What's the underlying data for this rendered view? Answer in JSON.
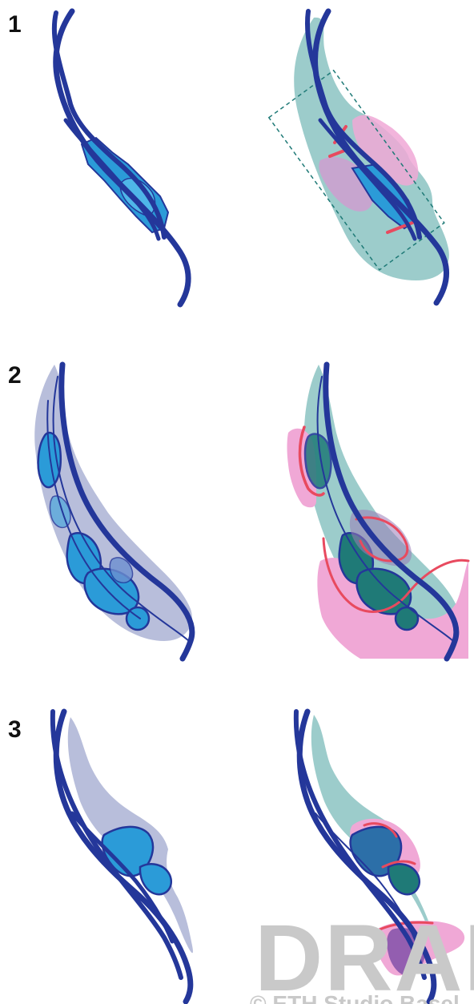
{
  "panels": [
    {
      "label": "1"
    },
    {
      "label": "2"
    },
    {
      "label": "3"
    }
  ],
  "watermark": {
    "main": "DRAFT",
    "sub": "© ETH Studio Basel"
  },
  "colors": {
    "river": "#24379a",
    "channel_fill": "#2b9bd8",
    "floodplain_lavender": "#b8bedb",
    "floodplain_teal": "#9ccccb",
    "pink": "#f0a8d6",
    "dark_teal": "#1f7a77",
    "red_line": "#e84a5f",
    "watermark": "#c9c9c9"
  }
}
